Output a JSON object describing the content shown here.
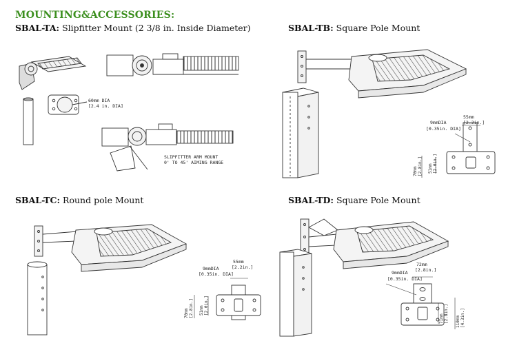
{
  "heading": "MOUNTING&ACCESSORIES:",
  "sections": {
    "ta": {
      "code": "SBAL-TA:",
      "desc": " Slipfitter Mount (2 3/8 in. Inside Diameter)"
    },
    "tb": {
      "code": "SBAL-TB:",
      "desc": " Square Pole Mount"
    },
    "tc": {
      "code": "SBAL-TC:",
      "desc": " Round pole Mount"
    },
    "td": {
      "code": "SBAL-TD:",
      "desc": " Square Pole Mount"
    }
  },
  "annotations": {
    "ta_dia_mm": "60mm DIA",
    "ta_dia_in": "[2.4 in. DIA]",
    "ta_arm_1": "SLIPFITTER ARM MOUNT",
    "ta_arm_2": "0' TO 45' AIMING RANGE",
    "tb_hole_mm": "9mmDIA",
    "tb_hole_in": "[0.35in. DIA]",
    "tb_w_mm": "55mm",
    "tb_w_in": "[2.2in.]",
    "tb_h1_mm": "70mm",
    "tb_h1_in": "[2.8in.]",
    "tb_h2_mm": "51mm",
    "tb_h2_in": "[2.0in.]",
    "tc_hole_mm": "9mmDIA",
    "tc_hole_in": "[0.35in. DIA]",
    "tc_w_mm": "55mm",
    "tc_w_in": "[2.2in.]",
    "tc_h1_mm": "70mm",
    "tc_h1_in": "[2.8in.]",
    "tc_h2_mm": "51mm",
    "tc_h2_in": "[2.0in.]",
    "td_hole_mm": "9mmDIA",
    "td_hole_in": "[0.35in. DIA]",
    "td_w_mm": "72mm",
    "td_w_in": "[2.8in.]",
    "td_h1_mm": "71mm",
    "td_h1_in": "[2.8in.]",
    "td_h2_mm": "110mm",
    "td_h2_in": "[4.3in.]"
  }
}
